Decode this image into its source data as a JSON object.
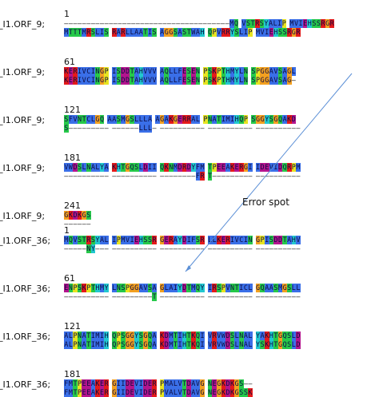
{
  "colors": {
    "hydrophobic": "#3a6fe8",
    "polar": "#26c94a",
    "acidic": "#b4148e",
    "basic": "#e51a1a",
    "glycine": "#f3a020",
    "proline": "#e8e420",
    "special": "#22c8d0",
    "arrow": "#5b8fd6"
  },
  "annotation": {
    "text": "Error spot"
  },
  "alignments": [
    {
      "label": "_I1.ORF_9;",
      "blocks": [
        {
          "start": "1",
          "rows": [
            "-------------------------------------MQ VSTRSYALIP MVIEHSSRGR",
            "MTTTMRSLIS RARLLAATIS AGGSASTWAH QPVRRYSLIP MVIEHSSRGR"
          ]
        },
        {
          "start": "61",
          "rows": [
            "KERIVCINGP ISDDTAHVVV AQLLFESEN PSKPTHMYLN SPGGAVSAGL",
            "KERIVCINGP ISDDTAHVVV AQLLFESEN PSKPTHMYLN SPGGAVSAG-"
          ]
        },
        {
          "start": "121",
          "rows": [
            "SFVNTCLGQ AASMGSLLLA AGAKGERRAL PNATIMIHQP SGGYSGQAKD",
            "S--------- ------LLL- ---------- ---------- ----------"
          ]
        },
        {
          "start": "181",
          "rows": [
            "VWDSLNALYA KHTGQSLDII QKNMDRDYFM TPEEAKERGI IDEVIDQRPM",
            "---------- ---------- --------FR T--------- ----------"
          ]
        },
        {
          "start": "241",
          "rows": [
            "GKDKGS",
            "------"
          ]
        }
      ]
    },
    {
      "label": "_I1.ORF_36;",
      "blocks": [
        {
          "start": "1",
          "rows": [
            "MQVSTRSYAL IPMVIEHSSR GERAYDIFSR LLKERIVCIN GPISDDTAHV",
            "-----NY--- ---------- ---------- ---------- ----------"
          ]
        },
        {
          "start": "61",
          "rows": [
            "ENPSKPTHMY LNSPGGAVSA GLAIYDTMQY IRSPVNTICL GQAASMGSLL",
            "---------- ---------T ---------- ---------- ----------"
          ]
        },
        {
          "start": "121",
          "rows": [
            "ALPNATIMIH QPSGGYSGQA KDMTIHTKQI VRVWDSLNAL YAKHTGQSLD",
            "ALPNATIMIH QPSGGYSGQA KDMTIHTKQI VRVWDSLNAL YSKHTGQSLD"
          ]
        },
        {
          "start": "181",
          "rows": [
            "FMTPEEAKER GIIDEVIDER PMALVTDAVG NEGKDKGS--",
            "FMTPEEAKER GIIDEVIDER PVALVTDAVG NEGKDKGSSK"
          ]
        }
      ]
    }
  ]
}
